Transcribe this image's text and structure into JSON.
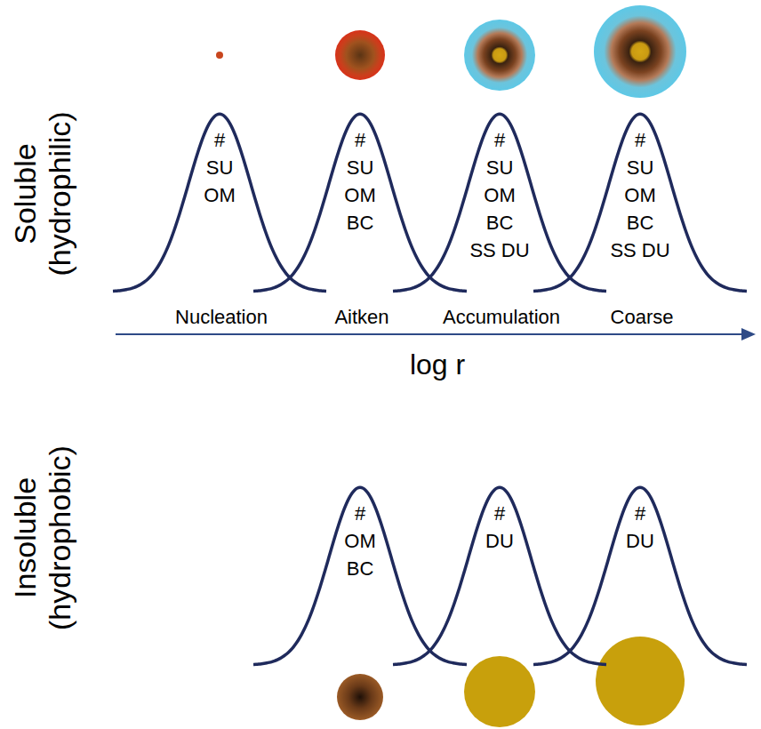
{
  "diagram": {
    "nodes": [
      {
        "text": [
          "#",
          "SU",
          "OM"
        ]
      },
      {
        "text": [
          "#",
          "SU",
          "OM",
          "BC"
        ]
      },
      {
        "text": [
          "#",
          "SU",
          "OM",
          "BC",
          "SS DU"
        ]
      },
      {
        "text": [
          "#",
          "SU",
          "OM",
          "BC",
          "SS DU"
        ]
      },
      {
        "text": [
          "#",
          "OM",
          "BC"
        ]
      },
      {
        "text": [
          "#",
          "DU"
        ]
      },
      {
        "text": [
          "#",
          "DU"
        ]
      }
    ],
    "labels": [
      "Soluble (hydrophilic)",
      "Nucleation",
      "Aitken",
      "Accumulation",
      "Coarse",
      "log r",
      "Insoluble (hydrophobic)"
    ]
  }
}
